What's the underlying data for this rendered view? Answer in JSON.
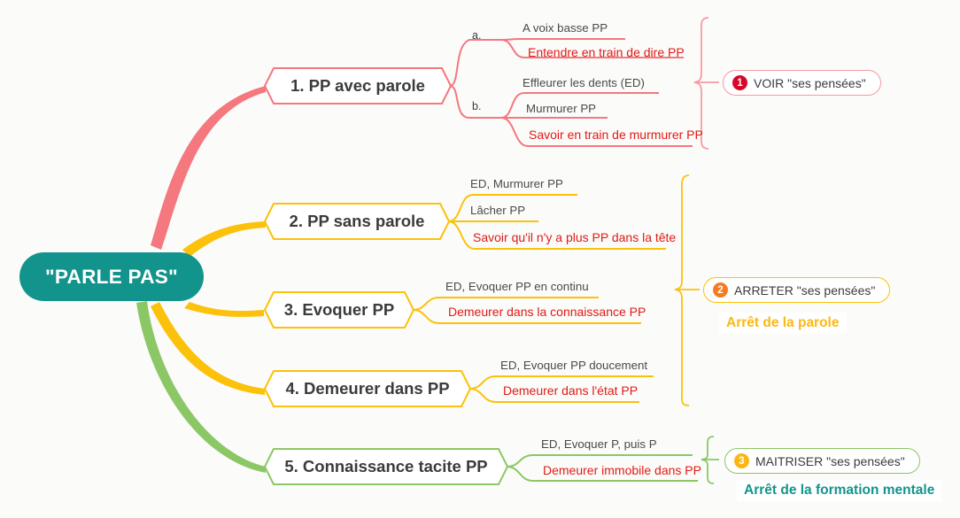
{
  "theme": {
    "background": "#fbfbfa",
    "root_fill": "#12948c",
    "root_text": "#ffffff",
    "branch_red": "#f4787e",
    "branch_yellow": "#fcc10a",
    "branch_green": "#8cc765",
    "leaf_gray": "#4a4a4a",
    "leaf_red": "#e01b13",
    "badge_red": "#d6082a",
    "badge_orange": "#f47b20",
    "badge_amber": "#fbb614",
    "caption_yellow": "#fcb813",
    "caption_teal": "#12948c"
  },
  "root": {
    "label": "\"PARLE PAS\""
  },
  "branches": [
    {
      "id": "branch-1",
      "label": "1. PP avec parole",
      "color": "#f4787e",
      "groups": [
        {
          "marker": "a.",
          "leaves": [
            {
              "text": "A voix basse PP",
              "emphasis": false
            },
            {
              "text": "Entendre en train de dire PP",
              "emphasis": true
            }
          ]
        },
        {
          "marker": "b.",
          "leaves": [
            {
              "text": "Effleurer les dents (ED)",
              "emphasis": false
            },
            {
              "text": "Murmurer PP",
              "emphasis": false
            },
            {
              "text": "Savoir en train de murmurer PP",
              "emphasis": true
            }
          ]
        }
      ]
    },
    {
      "id": "branch-2",
      "label": "2. PP sans parole",
      "color": "#fcc10a",
      "groups": [
        {
          "marker": "",
          "leaves": [
            {
              "text": "ED, Murmurer PP",
              "emphasis": false
            },
            {
              "text": "Lâcher PP",
              "emphasis": false
            },
            {
              "text": "Savoir qu'il n'y a plus PP dans la tête",
              "emphasis": true
            }
          ]
        }
      ]
    },
    {
      "id": "branch-3",
      "label": "3. Evoquer PP",
      "color": "#fcc10a",
      "groups": [
        {
          "marker": "",
          "leaves": [
            {
              "text": "ED, Evoquer PP en continu",
              "emphasis": false
            },
            {
              "text": "Demeurer dans la connaissance PP",
              "emphasis": true
            }
          ]
        }
      ]
    },
    {
      "id": "branch-4",
      "label": "4. Demeurer dans PP",
      "color": "#fcc10a",
      "groups": [
        {
          "marker": "",
          "leaves": [
            {
              "text": "ED, Evoquer PP doucement",
              "emphasis": false
            },
            {
              "text": "Demeurer dans l'état PP",
              "emphasis": true
            }
          ]
        }
      ]
    },
    {
      "id": "branch-5",
      "label": "5. Connaissance tacite PP",
      "color": "#8cc765",
      "groups": [
        {
          "marker": "",
          "leaves": [
            {
              "text": "ED, Evoquer P, puis P",
              "emphasis": false
            },
            {
              "text": "Demeurer immobile dans PP",
              "emphasis": true
            }
          ]
        }
      ]
    }
  ],
  "summaries": [
    {
      "id": "summary-1",
      "number": "1",
      "text": "VOIR \"ses pensées\"",
      "border_color": "#f59aa0",
      "badge_color": "#d6082a",
      "caption": null
    },
    {
      "id": "summary-2",
      "number": "2",
      "text": "ARRETER \"ses pensées\"",
      "border_color": "#fcc10a",
      "badge_color": "#f47b20",
      "caption": {
        "text": "Arrêt de la parole",
        "color": "#fcb813"
      }
    },
    {
      "id": "summary-3",
      "number": "3",
      "text": "MAITRISER \"ses pensées\"",
      "border_color": "#8cc765",
      "badge_color": "#fbb614",
      "caption": {
        "text": "Arrêt de la formation mentale",
        "color": "#12948c"
      }
    }
  ]
}
